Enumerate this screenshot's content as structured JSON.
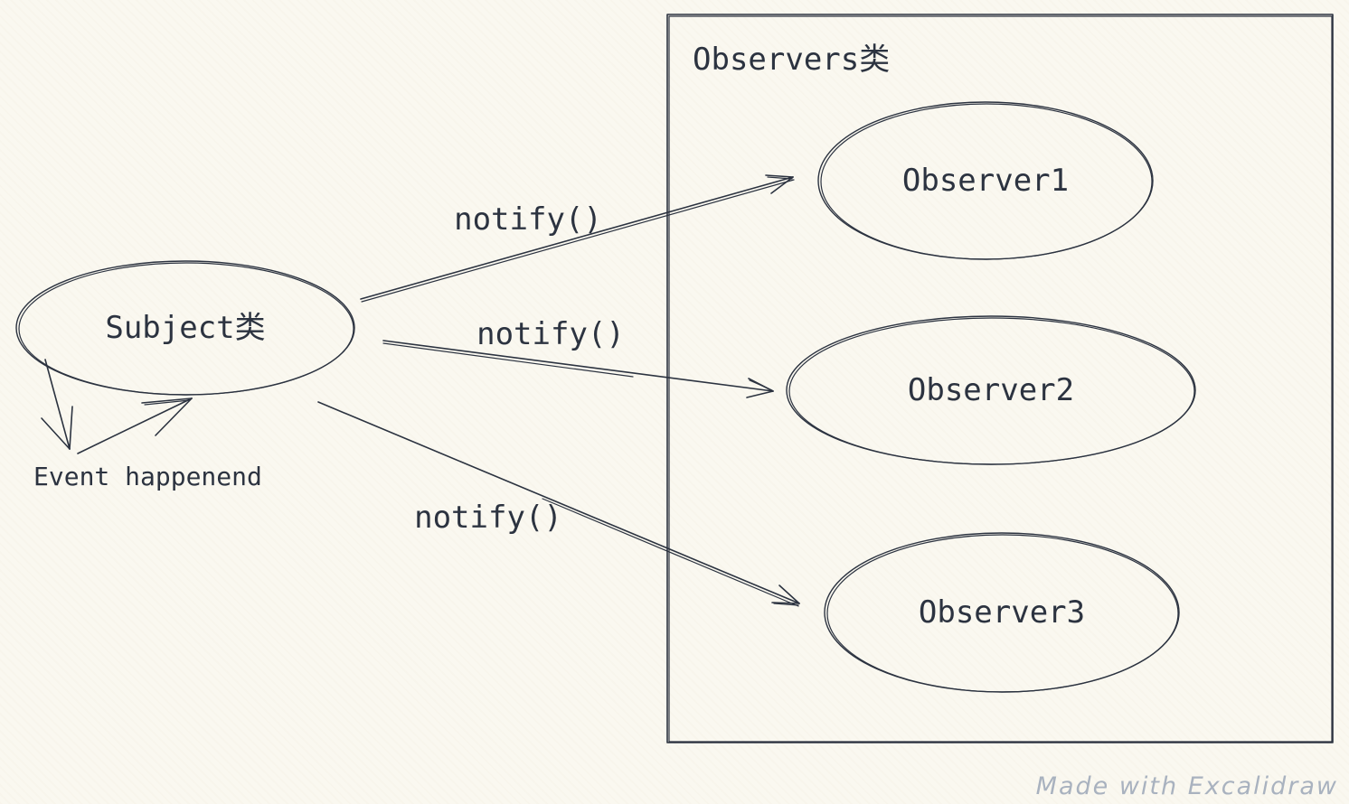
{
  "colors": {
    "background": "#faf8f0",
    "stroke": "#2c3340",
    "watermark": "#a9b2bf"
  },
  "diagram": {
    "subject": {
      "label": "Subject类"
    },
    "event_note": {
      "label": "Event happenend"
    },
    "observers_group": {
      "label": "Observers类"
    },
    "observers": [
      {
        "label": "Observer1"
      },
      {
        "label": "Observer2"
      },
      {
        "label": "Observer3"
      }
    ],
    "calls": [
      {
        "label": "notify()"
      },
      {
        "label": "notify()"
      },
      {
        "label": "notify()"
      }
    ]
  },
  "watermark": {
    "label": "Made with Excalidraw"
  }
}
